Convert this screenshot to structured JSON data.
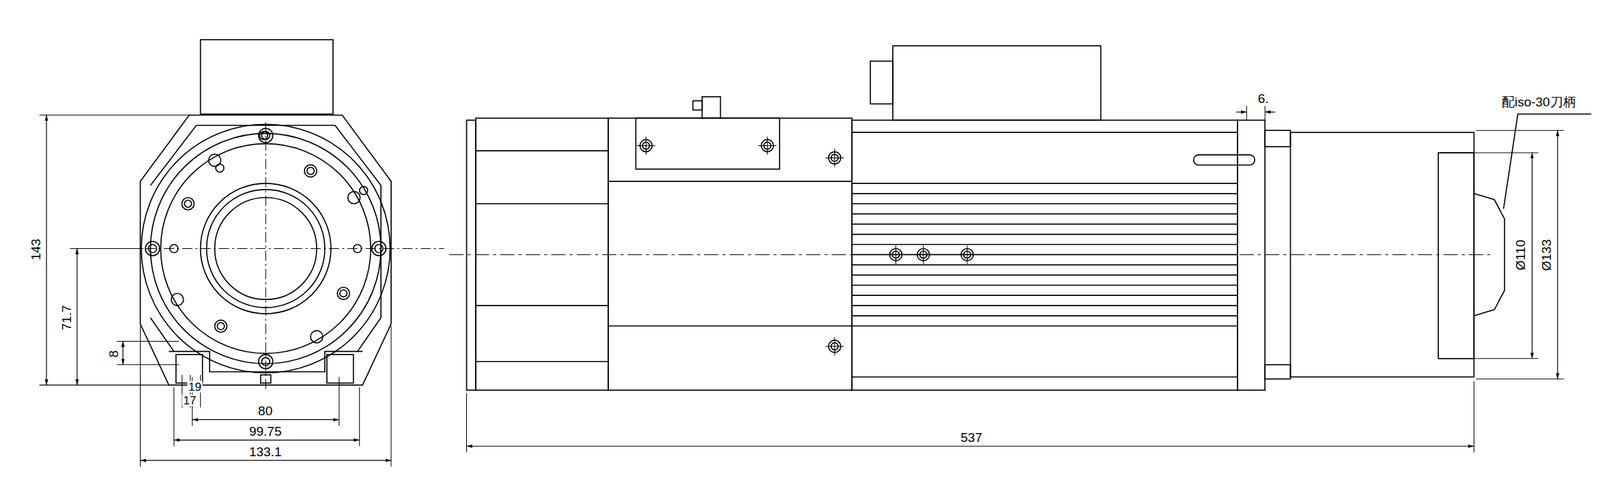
{
  "diagram": {
    "labels": [
      "143",
      "71.7",
      "8",
      "19",
      "17",
      "80",
      "99.75",
      "133.1",
      "537",
      "6.",
      "Ø110",
      "Ø133",
      "配iso-30刀柄"
    ]
  }
}
